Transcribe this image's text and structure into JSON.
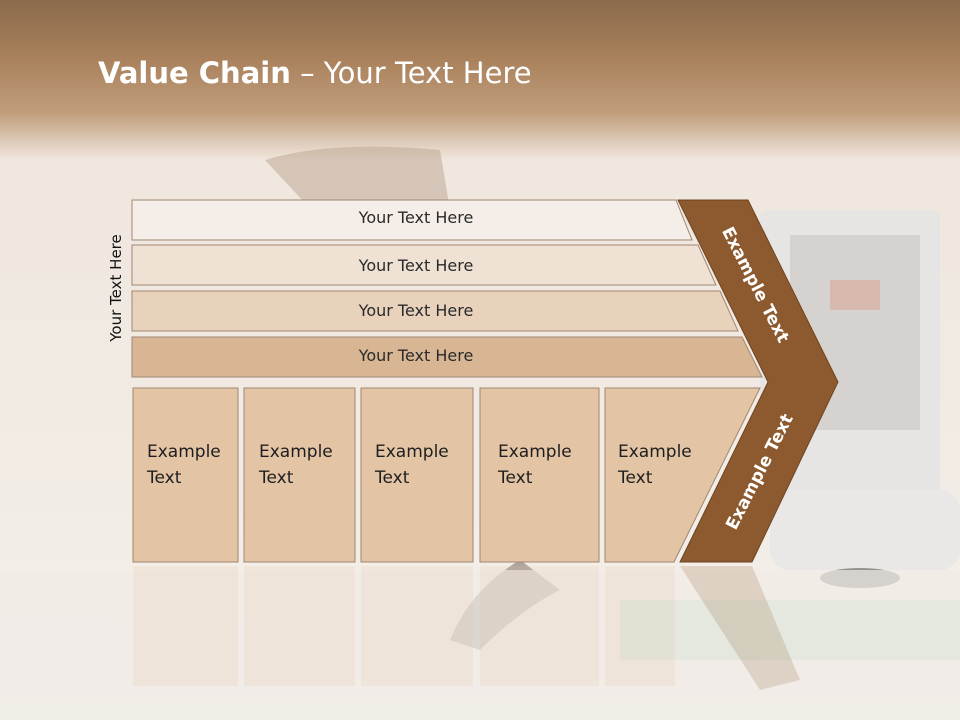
{
  "title": {
    "bold": "Value Chain",
    "rest": " – Your Text Here"
  },
  "side_label": "Your Text Here",
  "bars": [
    {
      "label": "Your Text Here"
    },
    {
      "label": "Your Text Here"
    },
    {
      "label": "Your Text Here"
    },
    {
      "label": "Your Text Here"
    }
  ],
  "columns": [
    {
      "line1": "Example",
      "line2": "Text"
    },
    {
      "line1": "Example",
      "line2": "Text"
    },
    {
      "line1": "Example",
      "line2": "Text"
    },
    {
      "line1": "Example",
      "line2": "Text"
    },
    {
      "line1": "Example",
      "line2": "Text"
    }
  ],
  "arrow_top_label": "Example Text",
  "arrow_bottom_label": "Example Text",
  "colors": {
    "arrow": "#8c5a2e",
    "column_fill": "#e3c4a5",
    "bar_fills": [
      "#f5eee8",
      "#efe1d3",
      "#e8d2bc",
      "#d9b693"
    ]
  }
}
